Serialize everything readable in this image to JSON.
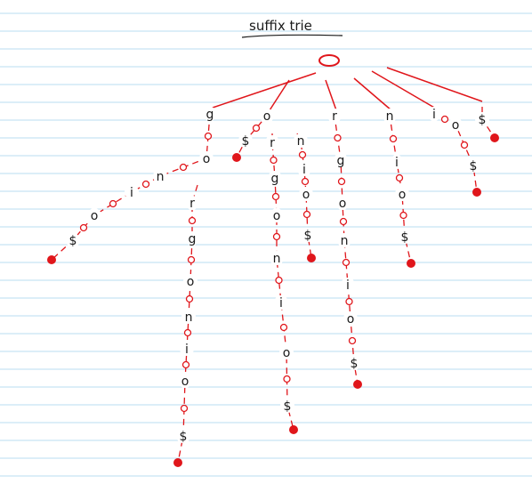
{
  "title": "suffix trie",
  "colors": {
    "ruled_line": "#b9dcf0",
    "edge": "#e0161b",
    "node_fill": "#e0161b",
    "ink": "#1a1a1a"
  },
  "branches": [
    {
      "name": "g",
      "labels": [
        "g",
        "o",
        "n",
        "i",
        "o",
        "$"
      ]
    },
    {
      "name": "g-down",
      "labels": [
        "r",
        "g",
        "o",
        "n",
        "i",
        "o",
        "$"
      ]
    },
    {
      "name": "o",
      "labels": [
        "o",
        "$"
      ]
    },
    {
      "name": "o-r",
      "labels": [
        "r",
        "g",
        "o",
        "n",
        "i",
        "o",
        "$"
      ]
    },
    {
      "name": "o-n",
      "labels": [
        "n",
        "i",
        "o",
        "$"
      ]
    },
    {
      "name": "r",
      "labels": [
        "r",
        "g",
        "o",
        "n",
        "i",
        "o",
        "$"
      ]
    },
    {
      "name": "n",
      "labels": [
        "n",
        "i",
        "o",
        "$"
      ]
    },
    {
      "name": "i",
      "labels": [
        "i",
        "o",
        "$"
      ]
    },
    {
      "name": "dollar",
      "labels": [
        "$"
      ]
    }
  ]
}
